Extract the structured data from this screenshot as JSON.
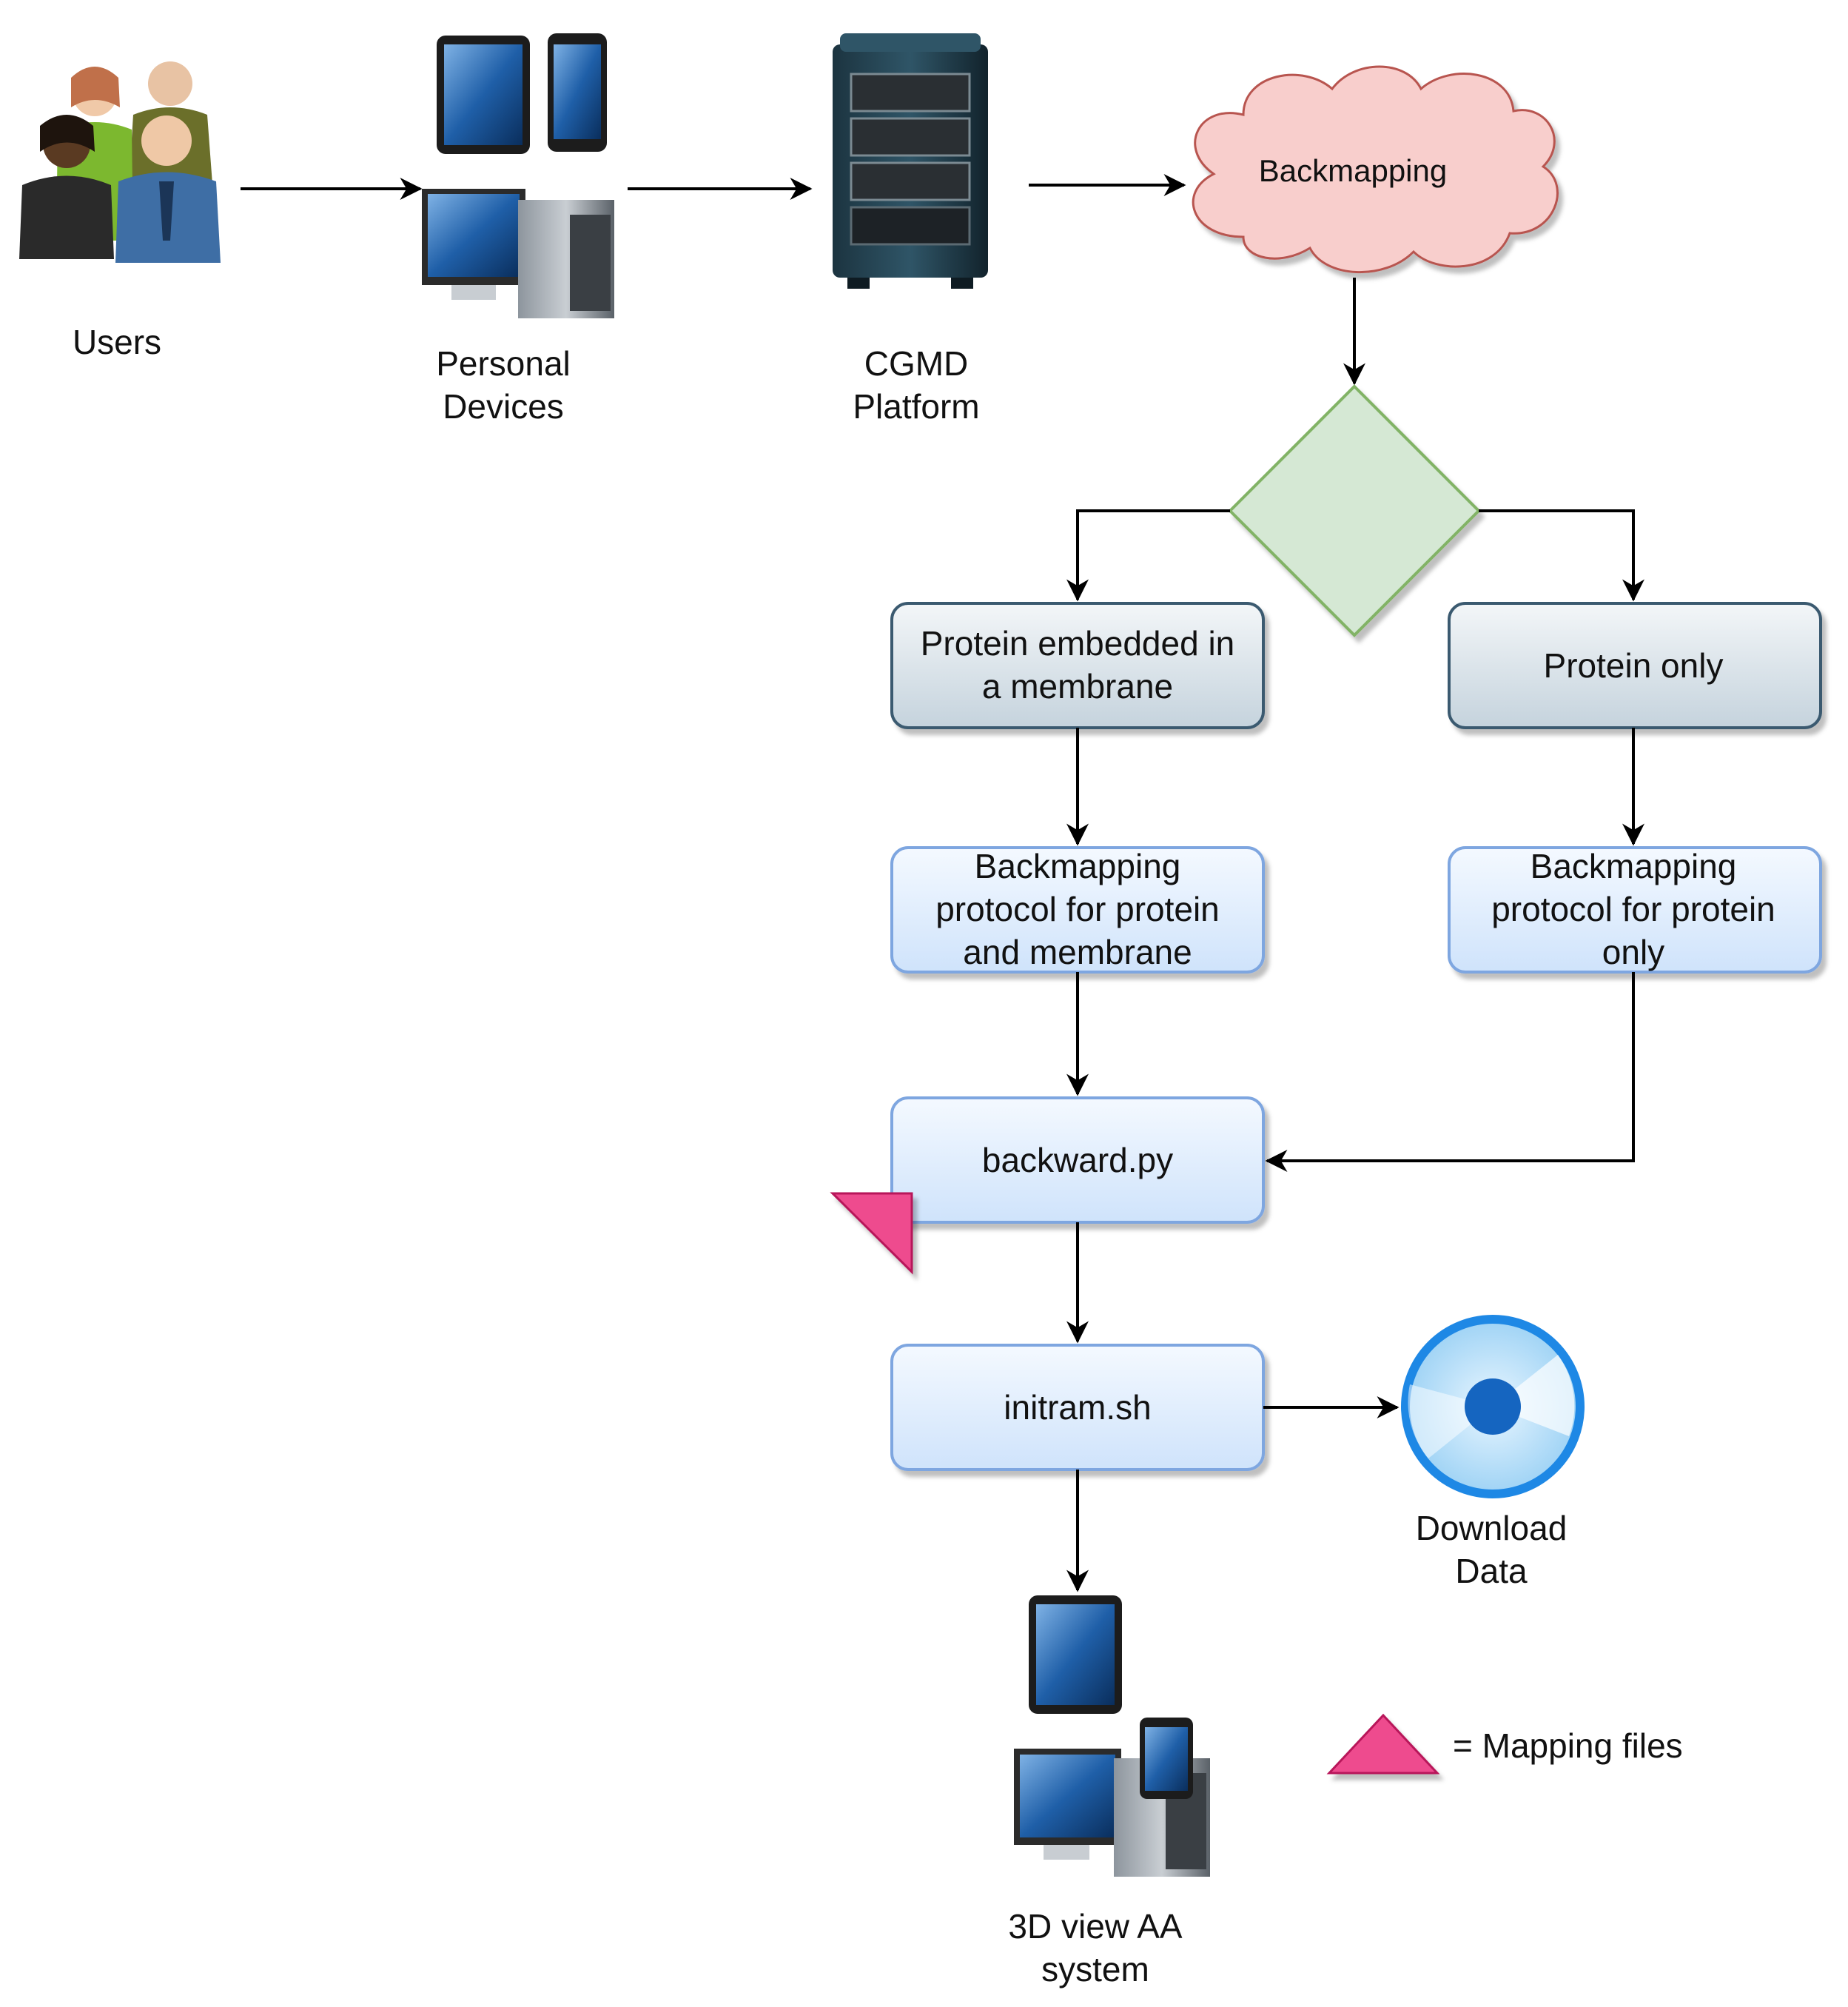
{
  "nodes": {
    "users": {
      "label": "Users",
      "icon": "users-group-icon"
    },
    "personal_devices": {
      "label_line1": "Personal",
      "label_line2": "Devices",
      "icon": "devices-icon"
    },
    "cgmd_platform": {
      "label_line1": "CGMD",
      "label_line2": "Platform",
      "icon": "server-rack-icon"
    },
    "backmapping": {
      "label": "Backmapping",
      "shape": "cloud"
    },
    "decision": {
      "shape": "diamond"
    },
    "protein_membrane": {
      "label_line1": "Protein embedded in",
      "label_line2": "a membrane"
    },
    "protein_only": {
      "label": "Protein only"
    },
    "protocol_membrane": {
      "label_line1": "Backmapping",
      "label_line2": "protocol for protein",
      "label_line3": "and membrane"
    },
    "protocol_protein_only": {
      "label_line1": "Backmapping",
      "label_line2": "protocol for protein",
      "label_line3": "only"
    },
    "backward": {
      "label": "backward.py"
    },
    "initram": {
      "label": "initram.sh"
    },
    "download": {
      "label_line1": "Download",
      "label_line2": "Data",
      "icon": "disc-icon"
    },
    "view3d": {
      "label_line1": "3D view AA",
      "label_line2": "system",
      "icon": "devices-icon"
    }
  },
  "legend": {
    "label": "= Mapping files",
    "icon": "pink-triangle-icon"
  },
  "colors": {
    "cloud_fill": "#f8cecc",
    "cloud_stroke": "#b85450",
    "diamond_fill": "#d5e8d4",
    "diamond_stroke": "#82b366",
    "grey_box_top": "#f3f6f8",
    "grey_box_bottom": "#c5d3dd",
    "grey_box_stroke": "#3a5a70",
    "blue_box_top": "#f4f9ff",
    "blue_box_bottom": "#cfe3fb",
    "blue_box_stroke": "#7ea6e0",
    "mapping_triangle": "#ee4c8e",
    "disc": "#1e88e5"
  }
}
